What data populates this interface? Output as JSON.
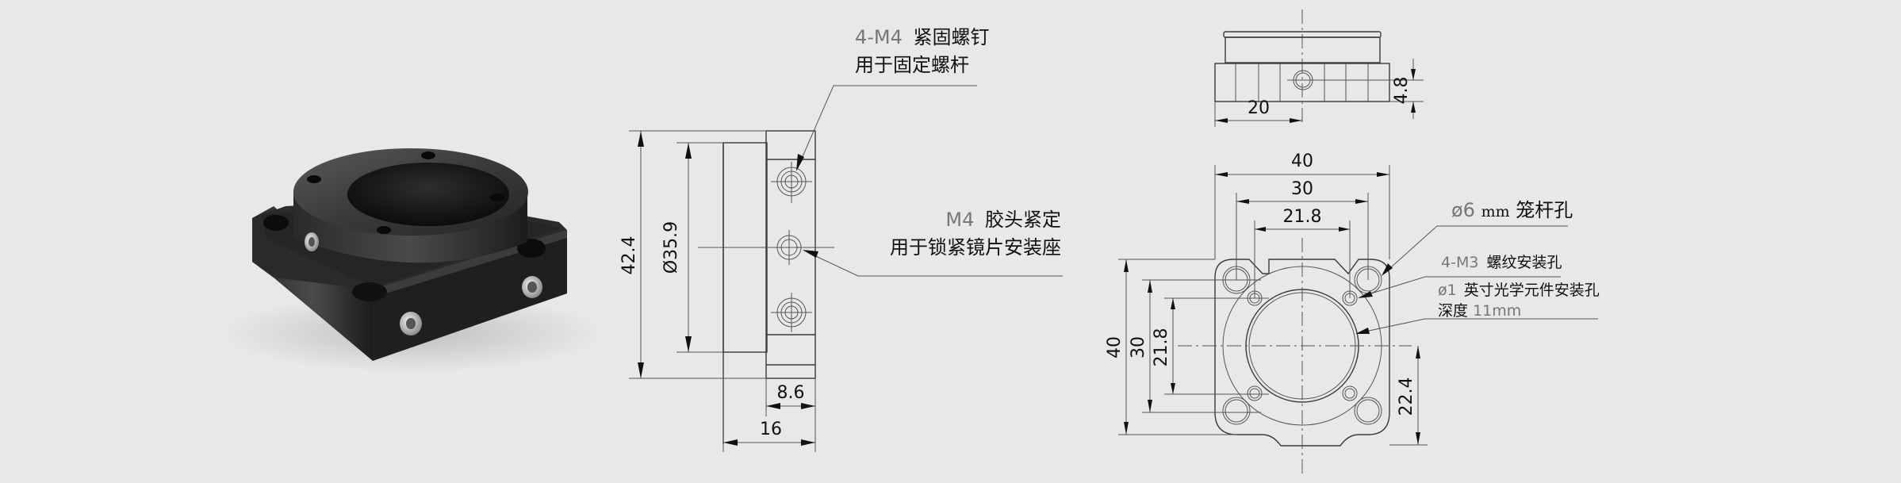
{
  "title": "M4 cage-rod mount with 1-inch optic holder — dimension sheet",
  "colors": {
    "background": "#e8e8e8",
    "line": "#3a3a3a",
    "text": "#111111",
    "code_text": "#777777",
    "part_body": "#1e1e1e"
  },
  "product_render": {
    "label": "product-3d-render"
  },
  "side_view": {
    "dims": {
      "overall_height": "42.4",
      "bore_diameter": "Ø35.9",
      "flange_thickness": "8.6",
      "overall_depth": "16"
    },
    "note_setscrew": {
      "code": "4-M4",
      "line1_cn": "紧固螺钉",
      "line2": "用于固定螺杆"
    },
    "note_locking": {
      "code": "M4",
      "line1_cn": "胶头紧定",
      "line2": "用于锁紧镜片安装座"
    }
  },
  "top_view": {
    "dims": {
      "center_offset": "20",
      "hole_height": "4.8"
    }
  },
  "front_view": {
    "dims": {
      "width_overall": "40",
      "width_cage": "30",
      "width_inner": "21.8",
      "height_overall": "40",
      "height_cage": "30",
      "height_inner": "21.8",
      "center_height": "22.4"
    },
    "note_cage": {
      "code": "ø6",
      "unit": "mm",
      "text_cn": "笼杆孔"
    },
    "note_m3": {
      "code": "4-M3",
      "text_cn": "螺纹安装孔"
    },
    "note_optic": {
      "code": "ø1",
      "text_cn": "英寸光学元件安装孔",
      "depth_label": "深度",
      "depth_value": "11mm"
    }
  }
}
